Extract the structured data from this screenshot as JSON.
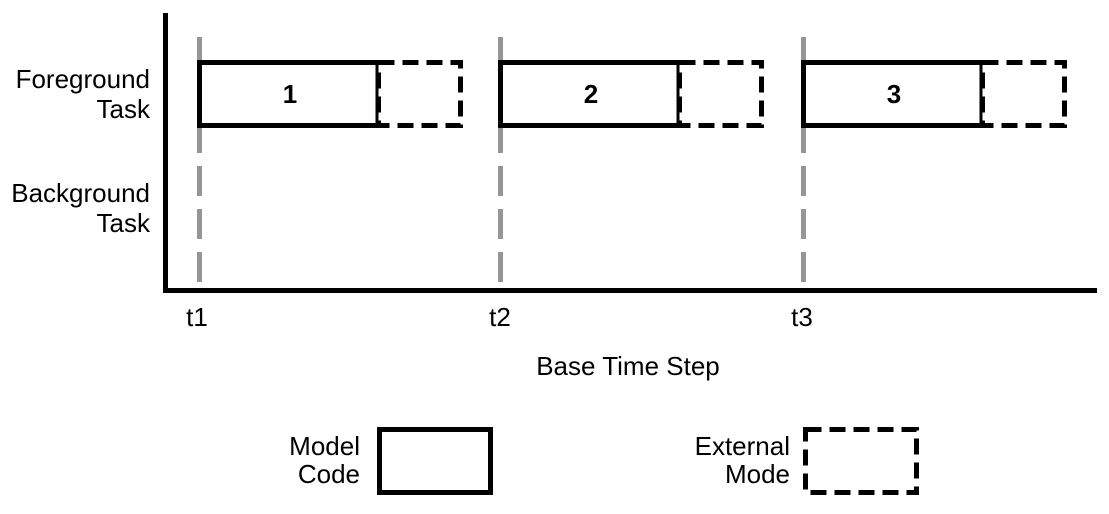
{
  "colors": {
    "ink": "#000000",
    "marker_gray": "#969696",
    "canvas": "#ffffff"
  },
  "y_axis": {
    "rows": [
      {
        "id": "foreground-task",
        "label_line1": "Foreground",
        "label_line2": "Task"
      },
      {
        "id": "background-task",
        "label_line1": "Background",
        "label_line2": "Task"
      }
    ]
  },
  "x_axis": {
    "title": "Base Time Step",
    "tick_labels": [
      "t1",
      "t2",
      "t3"
    ]
  },
  "timeline": {
    "row": "Foreground Task",
    "steps": [
      {
        "tick": "t1",
        "label": "1",
        "segments": [
          "model-code",
          "external-mode"
        ]
      },
      {
        "tick": "t2",
        "label": "2",
        "segments": [
          "model-code",
          "external-mode"
        ]
      },
      {
        "tick": "t3",
        "label": "3",
        "segments": [
          "model-code",
          "external-mode"
        ]
      }
    ],
    "background_row_steps": []
  },
  "legend": {
    "items": [
      {
        "label_line1": "Model",
        "label_line2": "Code",
        "swatch_style": "solid"
      },
      {
        "label_line1": "External",
        "label_line2": "Mode",
        "swatch_style": "dashed"
      }
    ]
  }
}
